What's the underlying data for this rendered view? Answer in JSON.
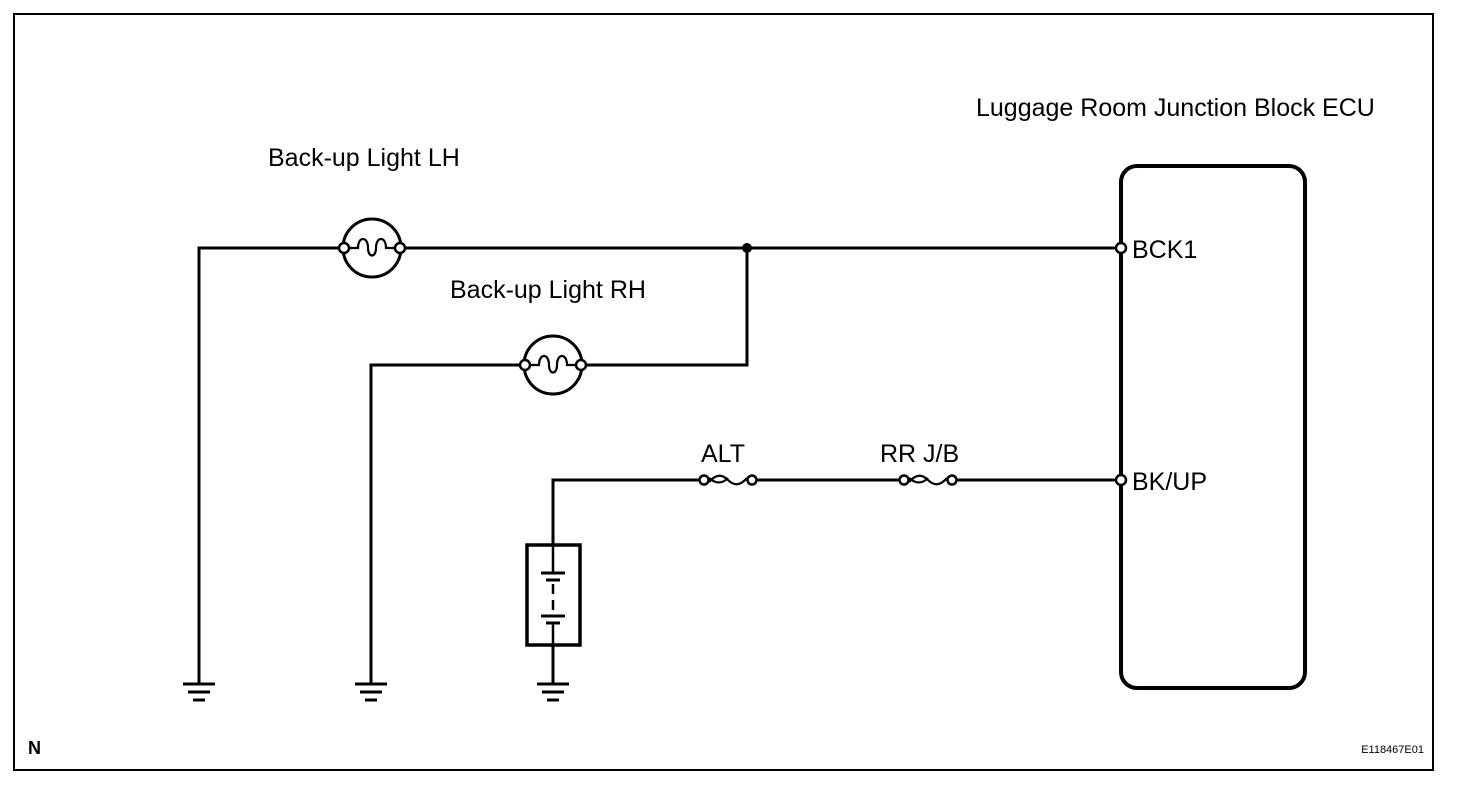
{
  "ecu": {
    "title": "Luggage Room Junction Block ECU",
    "pin_bck1": "BCK1",
    "pin_bkup": "BK/UP"
  },
  "lights": {
    "lh": "Back-up Light LH",
    "rh": "Back-up Light RH"
  },
  "fuses": {
    "alt": "ALT",
    "rrjb": "RR J/B"
  },
  "corner_letter": "N",
  "figure_code": "E118467E01",
  "colors": {
    "line": "#000000",
    "background": "#ffffff"
  },
  "icons": [
    "bulb-icon",
    "fuse-icon",
    "battery-icon",
    "ground-icon",
    "junction-dot-icon",
    "terminal-icon"
  ]
}
